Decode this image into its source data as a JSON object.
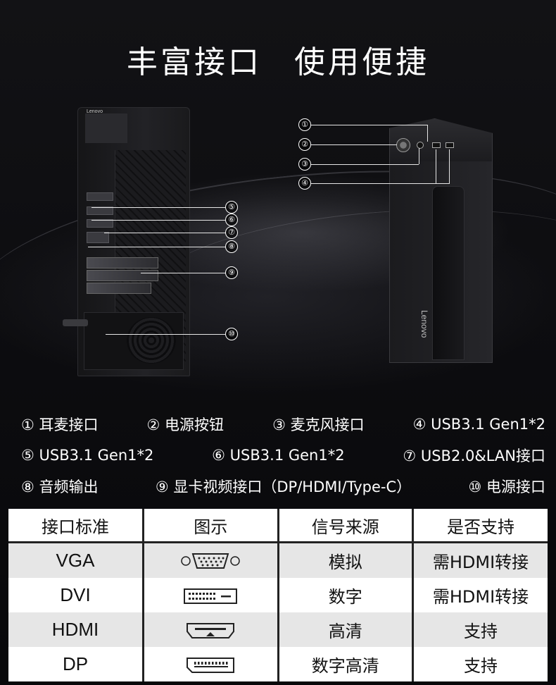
{
  "title": [
    "丰富接口",
    "使用便捷"
  ],
  "back_brand": "Lenovo",
  "front_brand": "Lenovo",
  "markers": [
    "①",
    "②",
    "③",
    "④",
    "⑤",
    "⑥",
    "⑦",
    "⑧",
    "⑨",
    "⑩"
  ],
  "legend": [
    [
      "① 耳麦接口",
      "② 电源按钮",
      "③ 麦克风接口",
      "④ USB3.1 Gen1*2"
    ],
    [
      "⑤ USB3.1 Gen1*2",
      "⑥ USB3.1 Gen1*2",
      "⑦ USB2.0&LAN接口"
    ],
    [
      "⑧ 音频输出",
      "⑨ 显卡视频接口（DP/HDMI/Type-C）",
      "⑩ 电源接口"
    ]
  ],
  "table": {
    "headers": [
      "接口标准",
      "图示",
      "信号来源",
      "是否支持"
    ],
    "rows": [
      {
        "standard": "VGA",
        "icon": "vga-connector-icon",
        "source": "模拟",
        "support": "需HDMI转接"
      },
      {
        "standard": "DVI",
        "icon": "dvi-connector-icon",
        "source": "数字",
        "support": "需HDMI转接"
      },
      {
        "standard": "HDMI",
        "icon": "hdmi-connector-icon",
        "source": "高清",
        "support": "支持"
      },
      {
        "standard": "DP",
        "icon": "dp-connector-icon",
        "source": "数字高清",
        "support": "支持"
      }
    ]
  }
}
